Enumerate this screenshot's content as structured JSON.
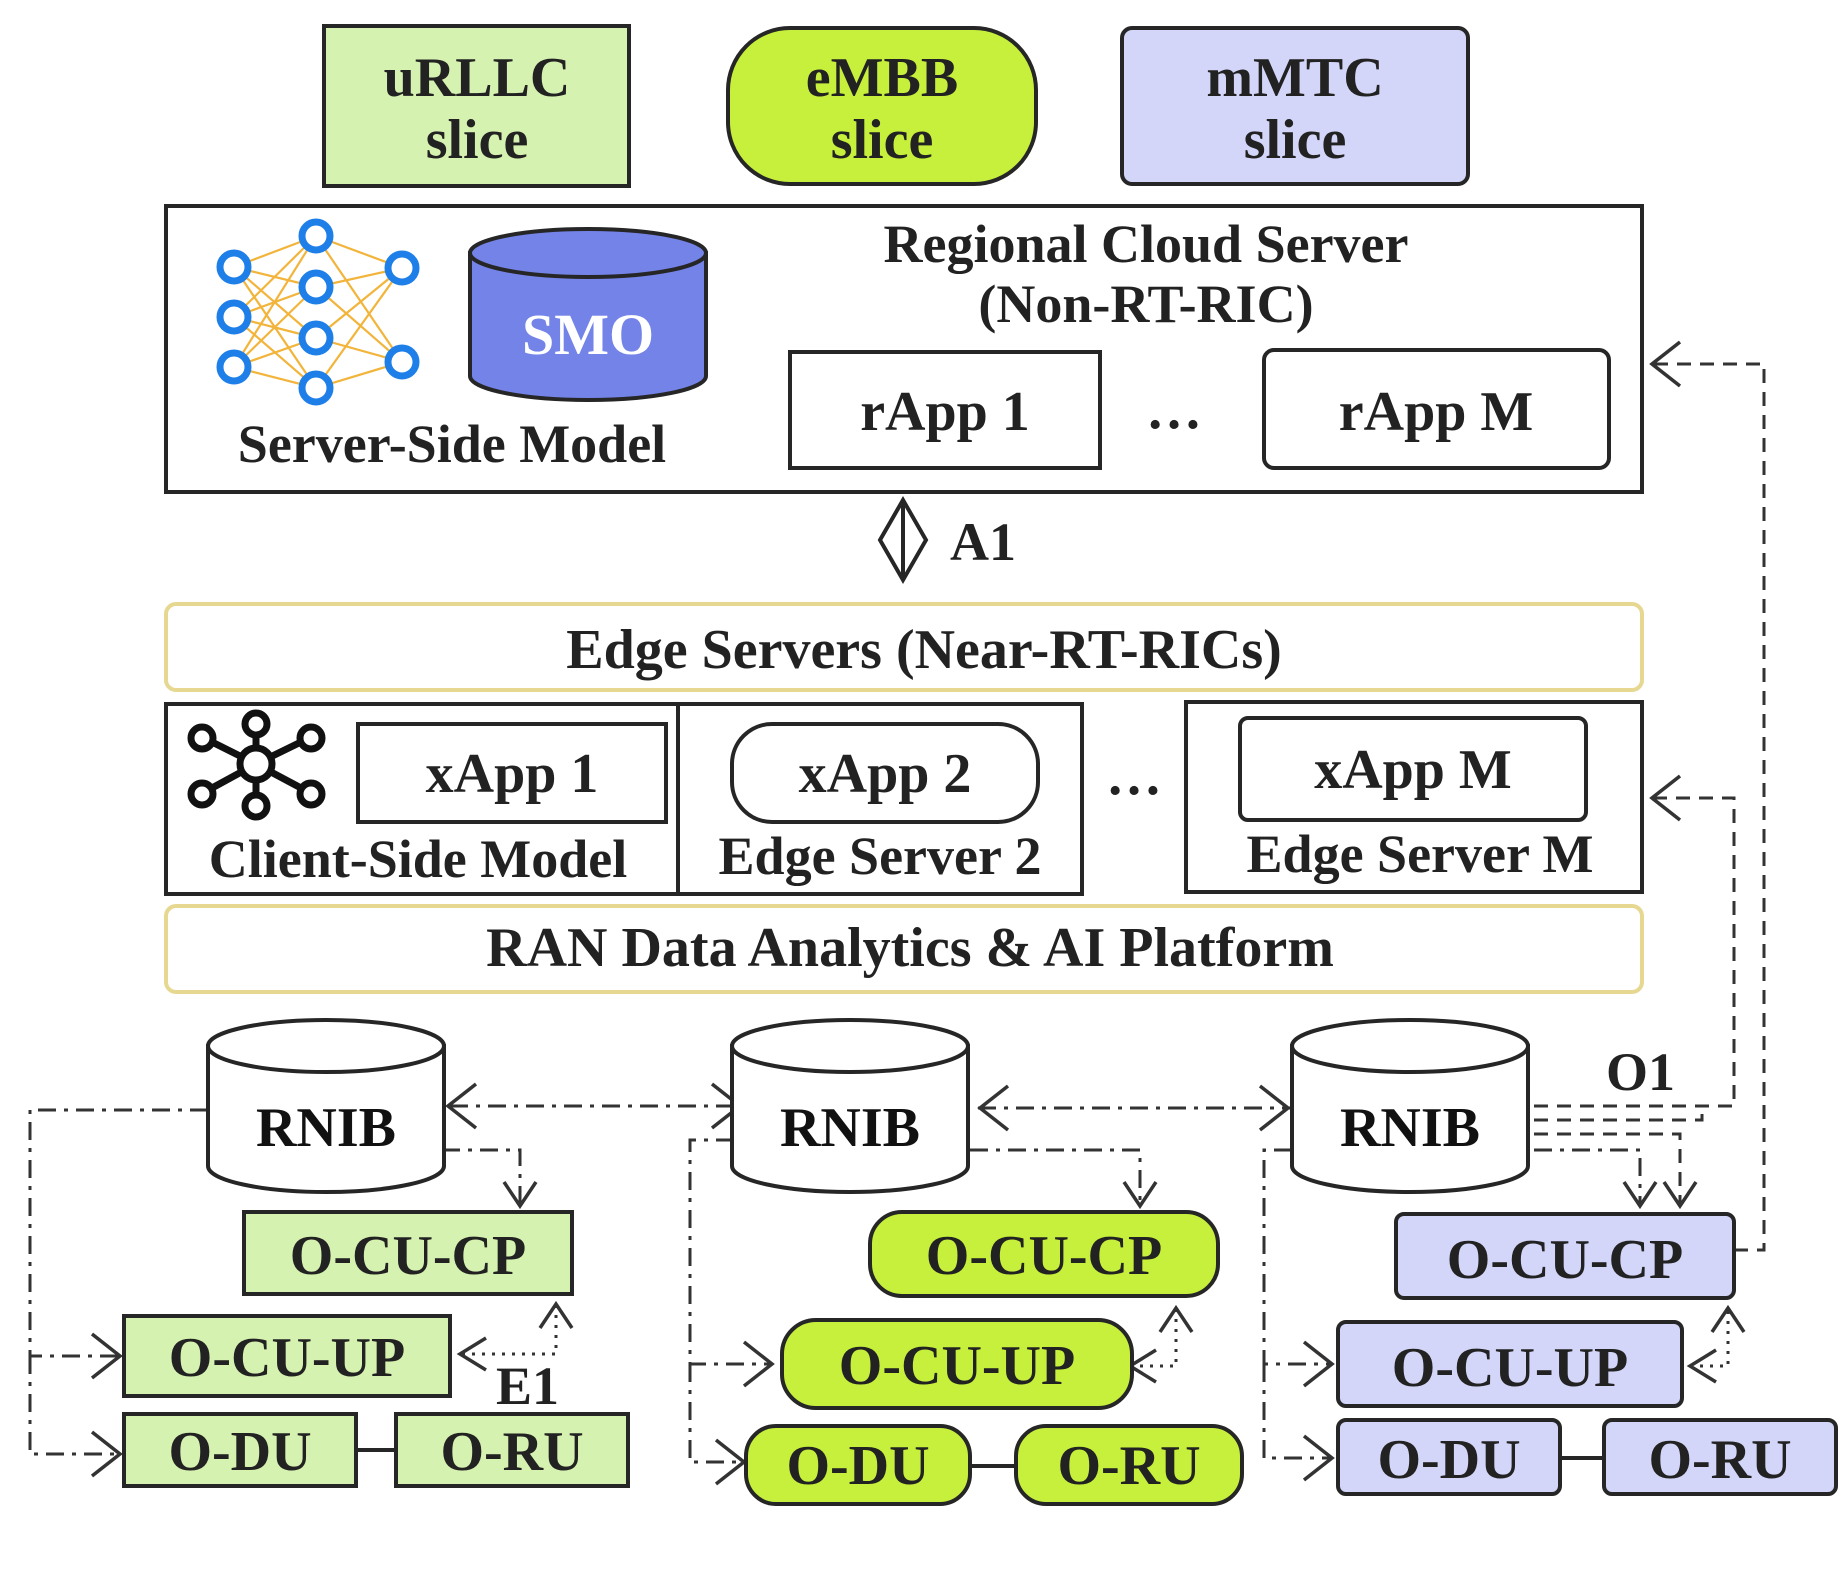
{
  "colors": {
    "urllc": "#d6f2b0",
    "embb": "#c6f03c",
    "mmtc": "#d3d6f8",
    "smo": "#7483e8",
    "nn_node": "#1e7fe8",
    "nn_edge": "#f2b43a",
    "edge_box_border": "#e6d890"
  },
  "slices": {
    "urllc": {
      "line1": "uRLLC",
      "line2": "slice"
    },
    "embb": {
      "line1": "eMBB",
      "line2": "slice"
    },
    "mmtc": {
      "line1": "mMTC",
      "line2": "slice"
    }
  },
  "regional": {
    "title_line1": "Regional Cloud Server",
    "title_line2": "(Non-RT-RIC)",
    "smo_label": "SMO",
    "server_model_label": "Server-Side Model",
    "rapp1": "rApp 1",
    "ellipsis": "…",
    "rappM": "rApp M",
    "icons": {
      "model": "neural-network-icon",
      "smo": "database-cylinder-icon"
    }
  },
  "interface_a1": "A1",
  "edge": {
    "title": "Edge Servers (Near-RT-RICs)",
    "xapp1": "xApp 1",
    "client_model_label": "Client-Side Model",
    "xapp2": "xApp 2",
    "edge_server2_label": "Edge Server 2",
    "ellipsis": "…",
    "xappM": "xApp M",
    "edge_serverM_label": "Edge Server M",
    "ran_platform": "RAN Data Analytics & AI Platform",
    "icons": {
      "client": "network-hub-icon"
    }
  },
  "ran": {
    "rnib_label": "RNIB",
    "o_cu_cp": "O-CU-CP",
    "o_cu_up": "O-CU-UP",
    "o_du": "O-DU",
    "o_ru": "O-RU",
    "e1_label": "E1",
    "o1_label": "O1"
  }
}
